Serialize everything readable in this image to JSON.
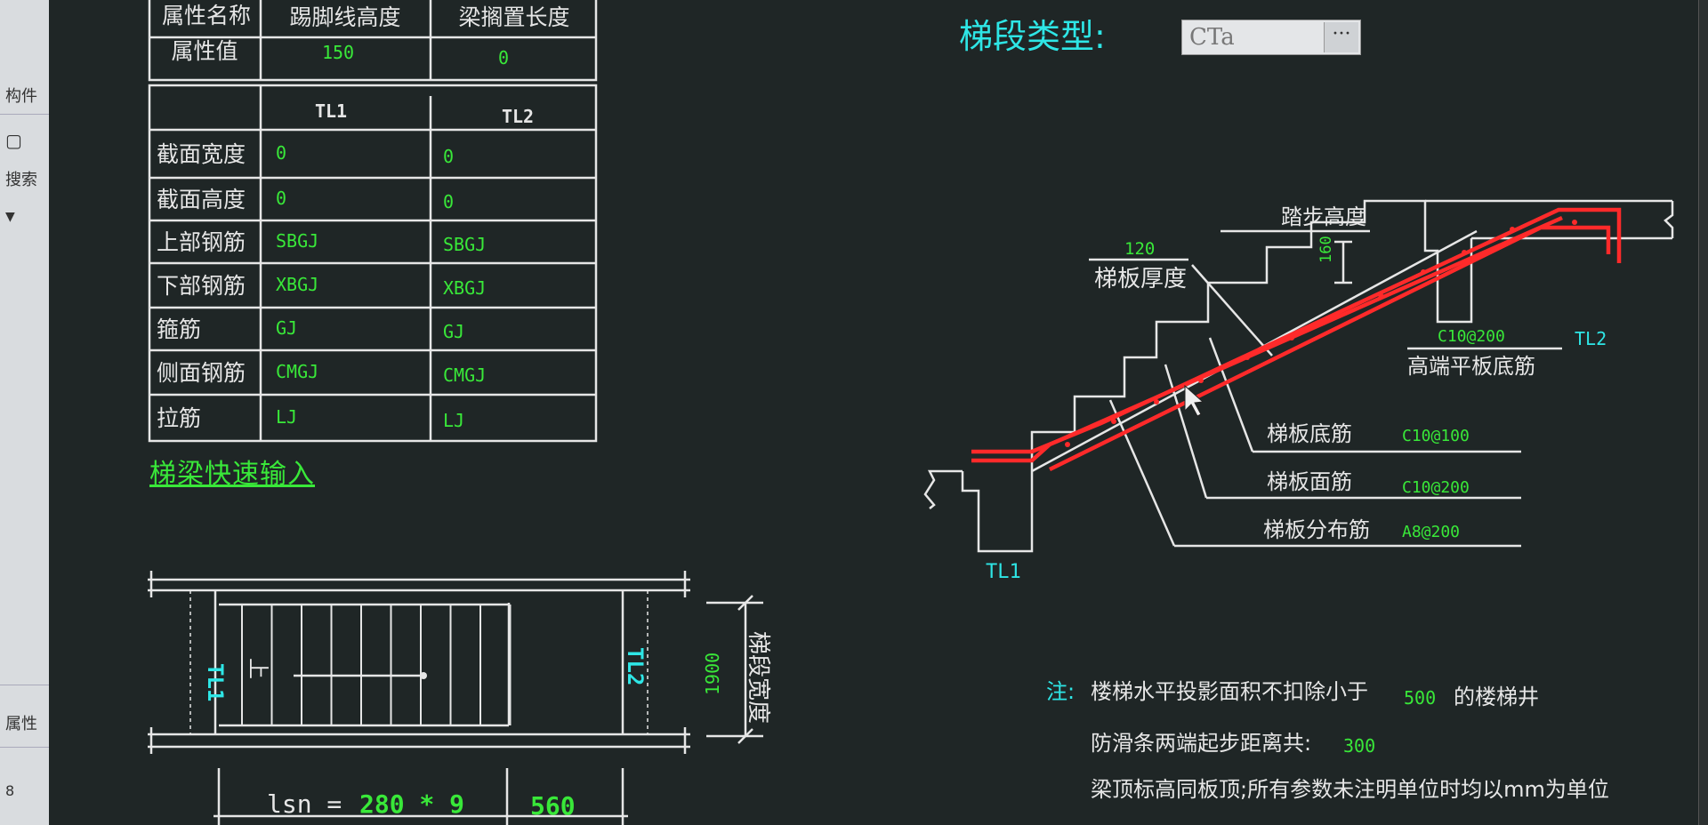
{
  "sidebar": {
    "items": [
      "构件",
      "搜索",
      "属性",
      "8"
    ]
  },
  "attr_table": {
    "headers": [
      "属性名称",
      "踢脚线高度",
      "梁搁置长度"
    ],
    "row_label": "属性值",
    "values": [
      "150",
      "0"
    ]
  },
  "beam_table": {
    "col_headers": [
      "TL1",
      "TL2"
    ],
    "rows": [
      {
        "label": "截面宽度",
        "tl1": "0",
        "tl2": "0"
      },
      {
        "label": "截面高度",
        "tl1": "0",
        "tl2": "0"
      },
      {
        "label": "上部钢筋",
        "tl1": "SBGJ",
        "tl2": "SBGJ"
      },
      {
        "label": "下部钢筋",
        "tl1": "XBGJ",
        "tl2": "XBGJ"
      },
      {
        "label": "箍筋",
        "tl1": "GJ",
        "tl2": "GJ"
      },
      {
        "label": "侧面钢筋",
        "tl1": "CMGJ",
        "tl2": "CMGJ"
      },
      {
        "label": "拉筋",
        "tl1": "LJ",
        "tl2": "LJ"
      }
    ]
  },
  "quick_input": "梯梁快速输入",
  "stair_type": {
    "label": "梯段类型:",
    "value": "CTa",
    "button": "···"
  },
  "section": {
    "step_height_label": "踏步高度",
    "step_height_value": "160",
    "slab_thickness_value": "120",
    "slab_thickness_label": "梯板厚度",
    "high_end_bottom_value": "C10@200",
    "high_end_bottom_label": "高端平板底筋",
    "tl2": "TL2",
    "tl1": "TL1",
    "rebars": [
      {
        "label": "梯板底筋",
        "value": "C10@100"
      },
      {
        "label": "梯板面筋",
        "value": "C10@200"
      },
      {
        "label": "梯板分布筋",
        "value": "A8@200"
      }
    ]
  },
  "plan": {
    "tl1": "TL1",
    "tl2": "TL2",
    "up": "上",
    "width_value": "1900",
    "width_label": "梯段宽度",
    "lsn_label": "lsn =",
    "lsn_value": "280 * 9",
    "end_value": "560"
  },
  "notes": {
    "prefix": "注:",
    "line1_a": "楼梯水平投影面积不扣除小于",
    "line1_value": "500",
    "line1_b": "的楼梯井",
    "line2_a": "防滑条两端起步距离共:",
    "line2_value": "300",
    "line3": "梁顶标高同板顶;所有参数未注明单位时均以mm为单位"
  },
  "colors": {
    "background": "#1f2626",
    "line": "#e6e6e6",
    "value_green": "#39e839",
    "cyan": "#2ee6e6",
    "rebar_red": "#ff2a2a"
  }
}
